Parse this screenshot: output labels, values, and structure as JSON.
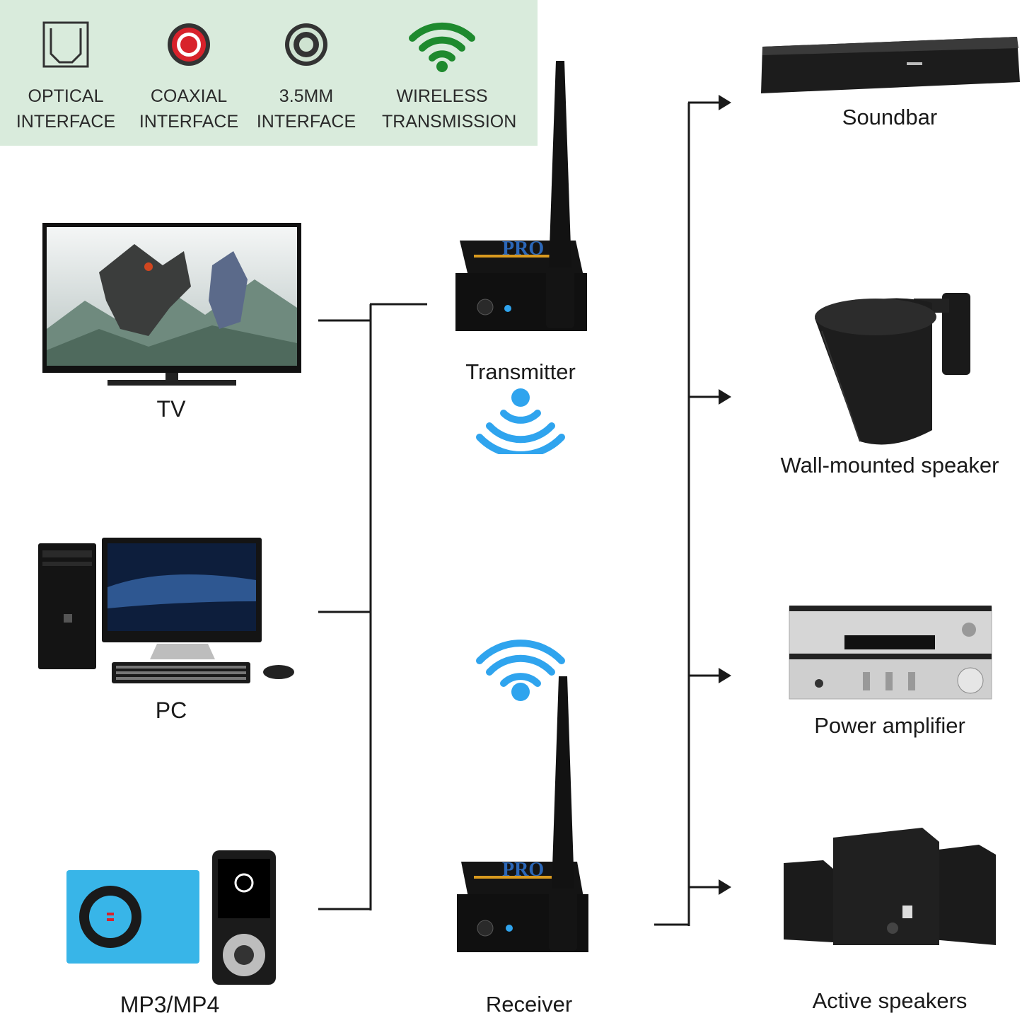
{
  "features": [
    {
      "line1": "OPTICAL",
      "line2": "INTERFACE",
      "icon": "optical-port-icon"
    },
    {
      "line1": "COAXIAL",
      "line2": "INTERFACE",
      "icon": "coaxial-port-icon"
    },
    {
      "line1": "3.5MM",
      "line2": "INTERFACE",
      "icon": "audio-jack-icon"
    },
    {
      "line1": "WIRELESS",
      "line2": "TRANSMISSION",
      "icon": "wifi-icon"
    }
  ],
  "sources": {
    "tv": "TV",
    "pc": "PC",
    "mp3": "MP3/MP4"
  },
  "devices": {
    "transmitter": "Transmitter",
    "receiver": "Receiver",
    "device_brand": "PRO"
  },
  "outputs": {
    "soundbar": "Soundbar",
    "wall_speaker": "Wall-mounted speaker",
    "amplifier": "Power amplifier",
    "active_speakers": "Active speakers"
  },
  "colors": {
    "panel": "#d9ebdc",
    "wifi_green": "#1e8a2e",
    "signal_blue": "#2fa4ee",
    "coaxial_red": "#d8222b",
    "line": "#1a1a1a"
  }
}
